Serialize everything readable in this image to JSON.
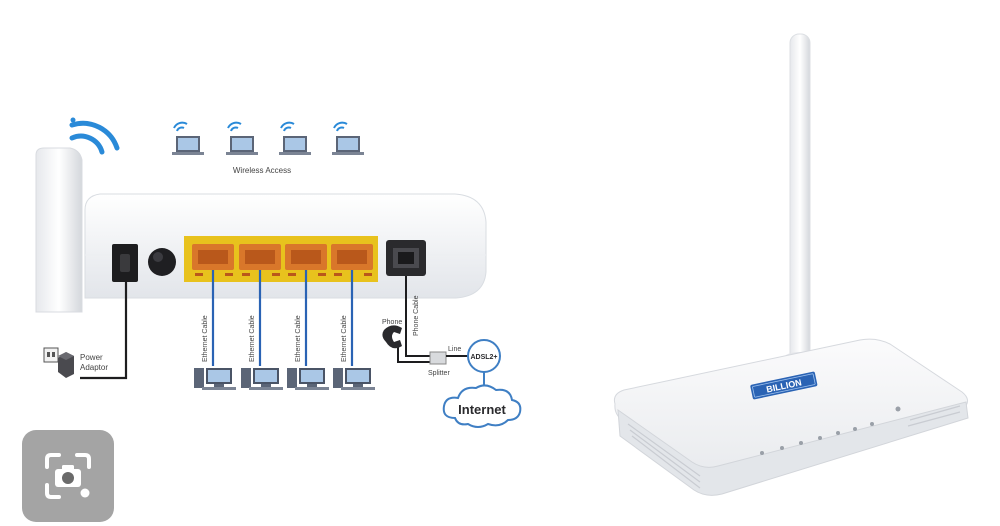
{
  "diagram": {
    "wireless_caption": "Wireless Access",
    "power_label_line1": "Power",
    "power_label_line2": "Adaptor",
    "ethernet_cable_label": "Ethernet Cable",
    "phone_label": "Phone",
    "phone_cable_label": "Phone Cable",
    "line_label": "Line",
    "splitter_label": "Splitter",
    "adsl_label": "ADSL2+",
    "internet_label": "Internet"
  },
  "product": {
    "brand": "BILLION"
  },
  "colors": {
    "port_yellow": "#e8c21d",
    "port_orange": "#d9772a",
    "cable_blue": "#2a63b4",
    "wifi_blue": "#2a8ad8",
    "cloud_blue": "#3f7fc4"
  },
  "overlay": {
    "icon": "camera-search-icon"
  }
}
